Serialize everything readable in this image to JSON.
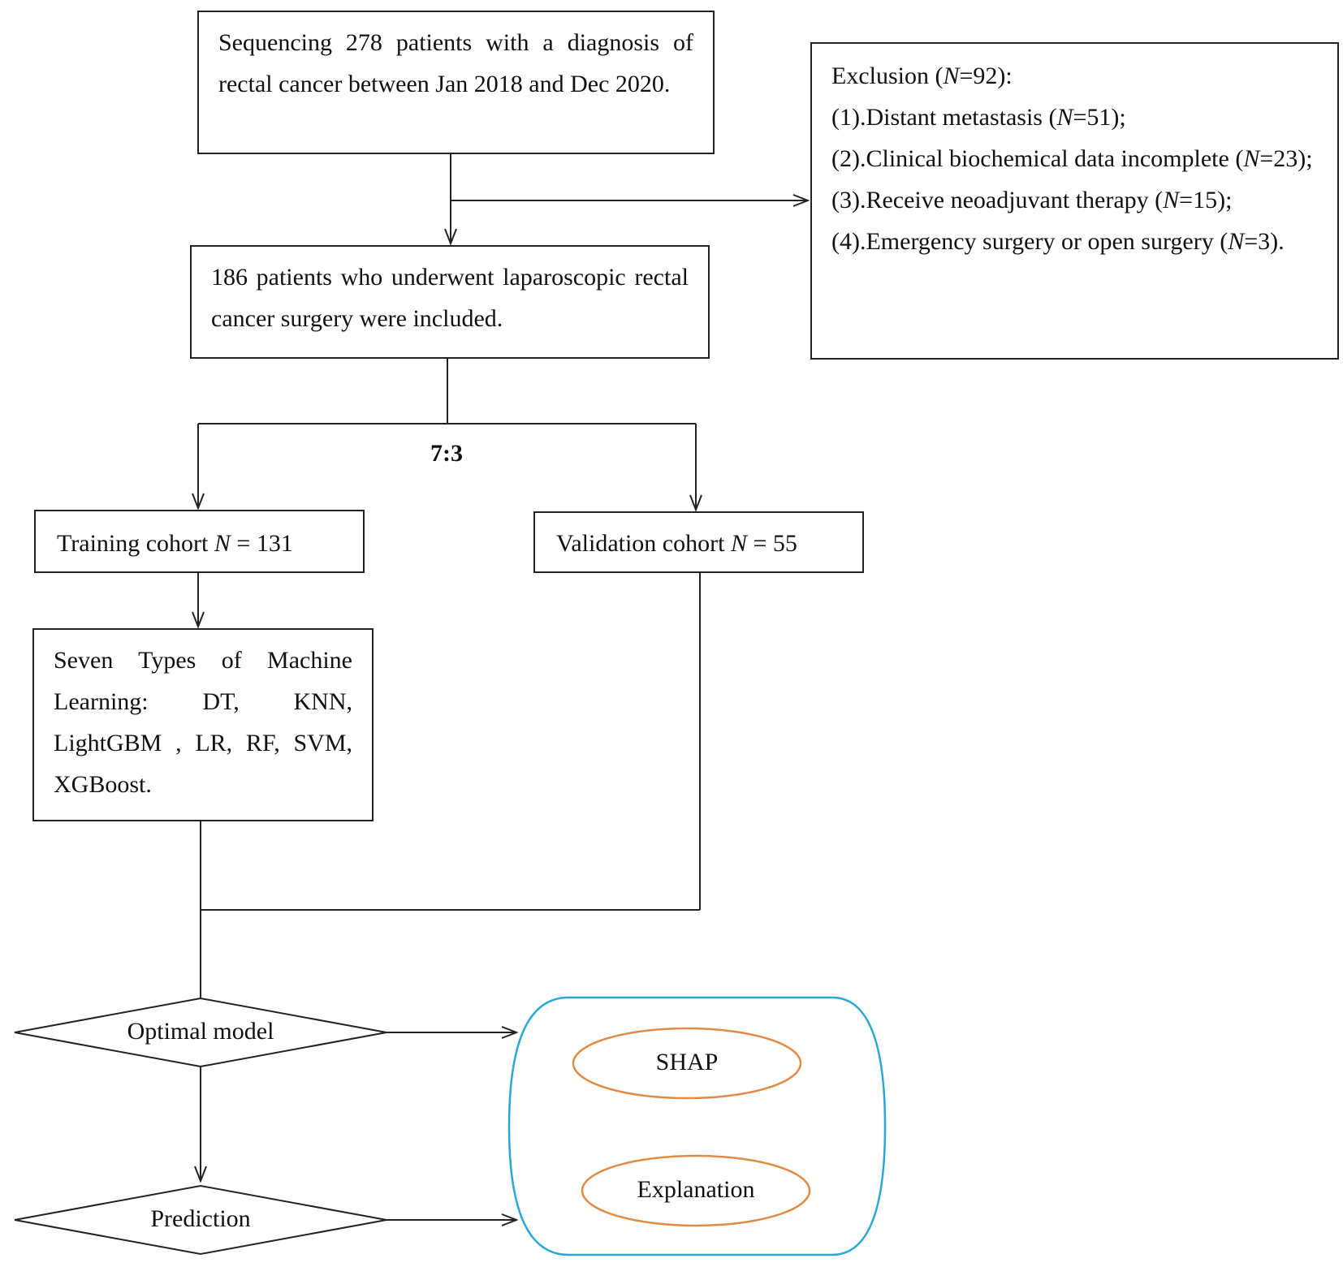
{
  "start_box": {
    "text": "Sequencing 278 patients with a diagnosis of rectal cancer between Jan 2018 and Dec 2020."
  },
  "exclusion_box": {
    "heading_prefix": "Exclusion (",
    "n_symbol": "N",
    "heading_suffix": "=92):",
    "items": [
      {
        "prefix": "(1).Distant metastasis (",
        "suffix": "=51);"
      },
      {
        "prefix": "(2).Clinical biochemical data  incomplete (",
        "suffix": "=23);"
      },
      {
        "prefix": "(3).Receive neoadjuvant therapy (",
        "suffix": "=15);"
      },
      {
        "prefix": "(4).Emergency surgery or open surgery (",
        "suffix": "=3)."
      }
    ]
  },
  "included_box": {
    "text": "186 patients who underwent laparoscopic rectal cancer surgery were included."
  },
  "split_ratio": "7:3",
  "training_box": {
    "prefix": "Training cohort ",
    "n_symbol": "N",
    "suffix": " = 131"
  },
  "validation_box": {
    "prefix": "Validation cohort ",
    "n_symbol": "N",
    "suffix": " = 55"
  },
  "ml_box": {
    "text": "Seven Types of Machine Learning: DT, KNN, LightGBM , LR, RF, SVM, XGBoost."
  },
  "decision_optimal": "Optimal model",
  "decision_prediction": "Prediction",
  "outputs": {
    "shap": "SHAP",
    "explanation": "Explanation"
  },
  "colors": {
    "line": "#222222",
    "container_stroke": "#2aa7d6",
    "ellipse_stroke": "#e08a44"
  }
}
